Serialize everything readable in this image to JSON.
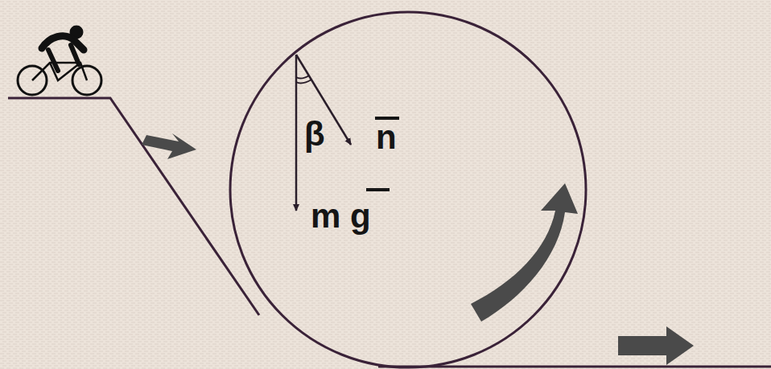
{
  "diagram": {
    "labels": [
      "β",
      "n",
      "m g"
    ]
  }
}
